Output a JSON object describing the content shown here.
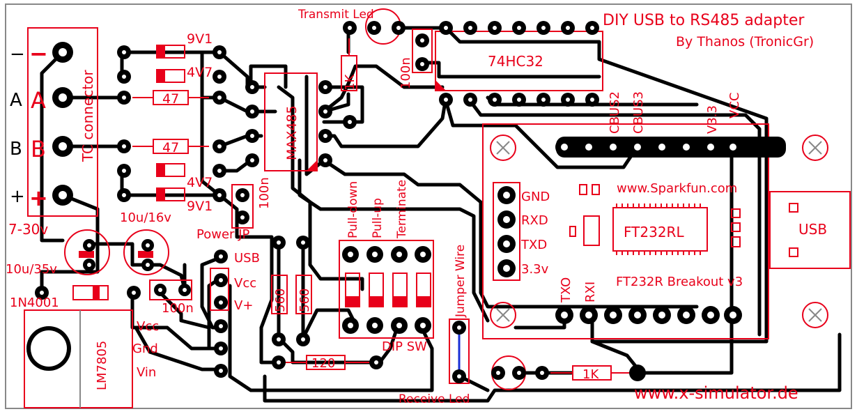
{
  "board": {
    "title": "DIY USB to RS485 adapter",
    "author": "By Thanos (TronicGr)",
    "website": "www.x-simulator.de",
    "sparkfun": "www.Sparkfun.com",
    "breakout": "FT232R Breakout v3",
    "chip_ft": "FT232RL",
    "chip_max": "MAX485",
    "chip_hc": "74HC32",
    "chip_reg": "LM7805",
    "usb": "USB"
  },
  "terminals": {
    "minus": "−",
    "a": "A",
    "b": "B",
    "plus": "+",
    "red_minus": "−",
    "red_a": "A",
    "red_b": "B",
    "red_plus": "+",
    "connector": "TC connector",
    "range": "7-30v"
  },
  "components": {
    "z1": "9V1",
    "z2": "4V7",
    "r1": "47",
    "r2": "47",
    "z3": "4V7",
    "z4": "9V1",
    "c1": "10u/16v",
    "c2": "10u/35v",
    "diode": "1N4001",
    "c3": "100n",
    "c4": "100n",
    "c5": "100n",
    "r_tx": "1K",
    "r_rx": "1K",
    "r560a": "560",
    "r560b": "560",
    "r120": "120",
    "tx_led": "Transmit Led",
    "rx_led": "Receive Led",
    "power_jp": "Power JP",
    "usb_jp": "USB",
    "vcc_jp": "Vcc",
    "vplus_jp": "V+",
    "reg_vcc": "Vcc",
    "reg_gnd": "Gnd",
    "reg_vin": "Vin",
    "pulldown": "Pull-down",
    "pullup": "Pull-up",
    "terminate": "Terminate",
    "dipsw": "DIP SW",
    "jumper": "Jumper Wire"
  },
  "breakout_pins": {
    "gnd": "GND",
    "rxd": "RXD",
    "txd": "TXD",
    "v33": "3.3v",
    "cbus2": "CBUS2",
    "cbus3": "CBUS3",
    "v3_3": "V3.3",
    "vcc": "VCC",
    "txo": "TXO",
    "rxi": "RXI"
  },
  "colors": {
    "silk": "#e8001a",
    "copper": "#000000",
    "jumper_wire": "#1a2fd6"
  }
}
